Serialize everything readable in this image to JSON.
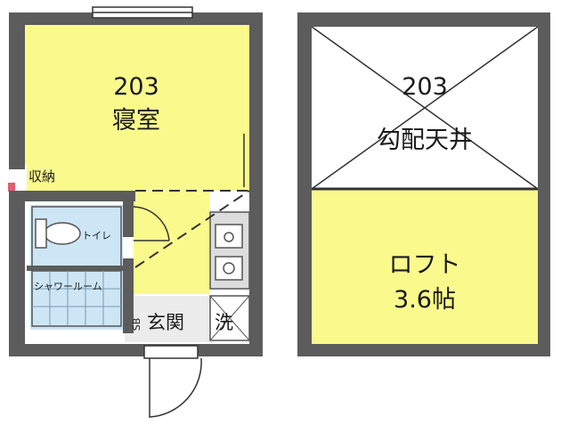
{
  "unit_left": {
    "room_number": "203",
    "bedroom": "寝室",
    "storage": "収納",
    "toilet": "トイレ",
    "shower_room": "シャワールーム",
    "shoe_box": "SB",
    "entrance": "玄関",
    "washer": "洗"
  },
  "unit_right": {
    "room_number": "203",
    "ceiling": "勾配天井",
    "loft": "ロフト",
    "loft_size": "3.6帖"
  },
  "colors": {
    "room_fill": "#fafa8c",
    "bath_fill": "#cde6f5",
    "wall": "#5c5c5c",
    "line": "#333333",
    "accent_red": "#e06070"
  }
}
